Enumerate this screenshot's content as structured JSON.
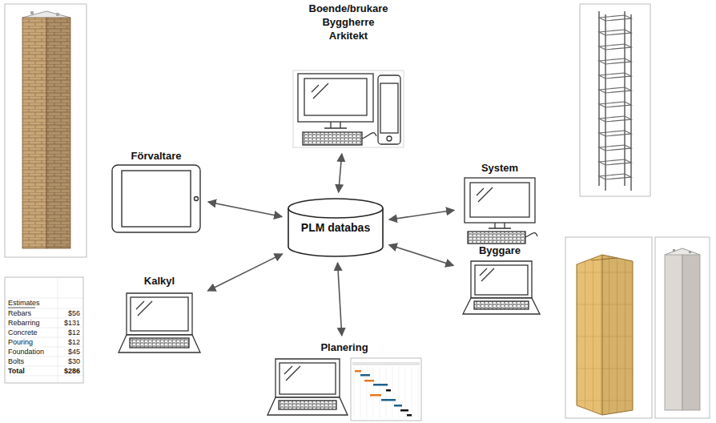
{
  "diagram": {
    "nodes": [
      {
        "text": [
          "PLM databas"
        ]
      },
      {
        "text": [
          "Boende/brukare",
          "Byggherre",
          "Arkitekt"
        ]
      },
      {
        "text": [
          "Förvaltare"
        ]
      },
      {
        "text": [
          "System"
        ]
      },
      {
        "text": [
          "Byggare"
        ]
      },
      {
        "text": [
          "Kalkyl"
        ]
      },
      {
        "text": [
          "Planering"
        ]
      }
    ],
    "edges": [
      {
        "from": 0,
        "to": 1,
        "arrow": "both"
      },
      {
        "from": 0,
        "to": 2,
        "arrow": "both"
      },
      {
        "from": 0,
        "to": 3,
        "arrow": "both"
      },
      {
        "from": 0,
        "to": 4,
        "arrow": "both"
      },
      {
        "from": 0,
        "to": 5,
        "arrow": "both"
      },
      {
        "from": 0,
        "to": 6,
        "arrow": "both"
      }
    ],
    "labels": [
      "Estimates",
      "Rebars",
      "$56",
      "Rebarring",
      "$131",
      "Concrete",
      "$12",
      "Pouring",
      "$12",
      "Foundation",
      "$45",
      "Bolts",
      "$30",
      "Total",
      "$286"
    ]
  }
}
